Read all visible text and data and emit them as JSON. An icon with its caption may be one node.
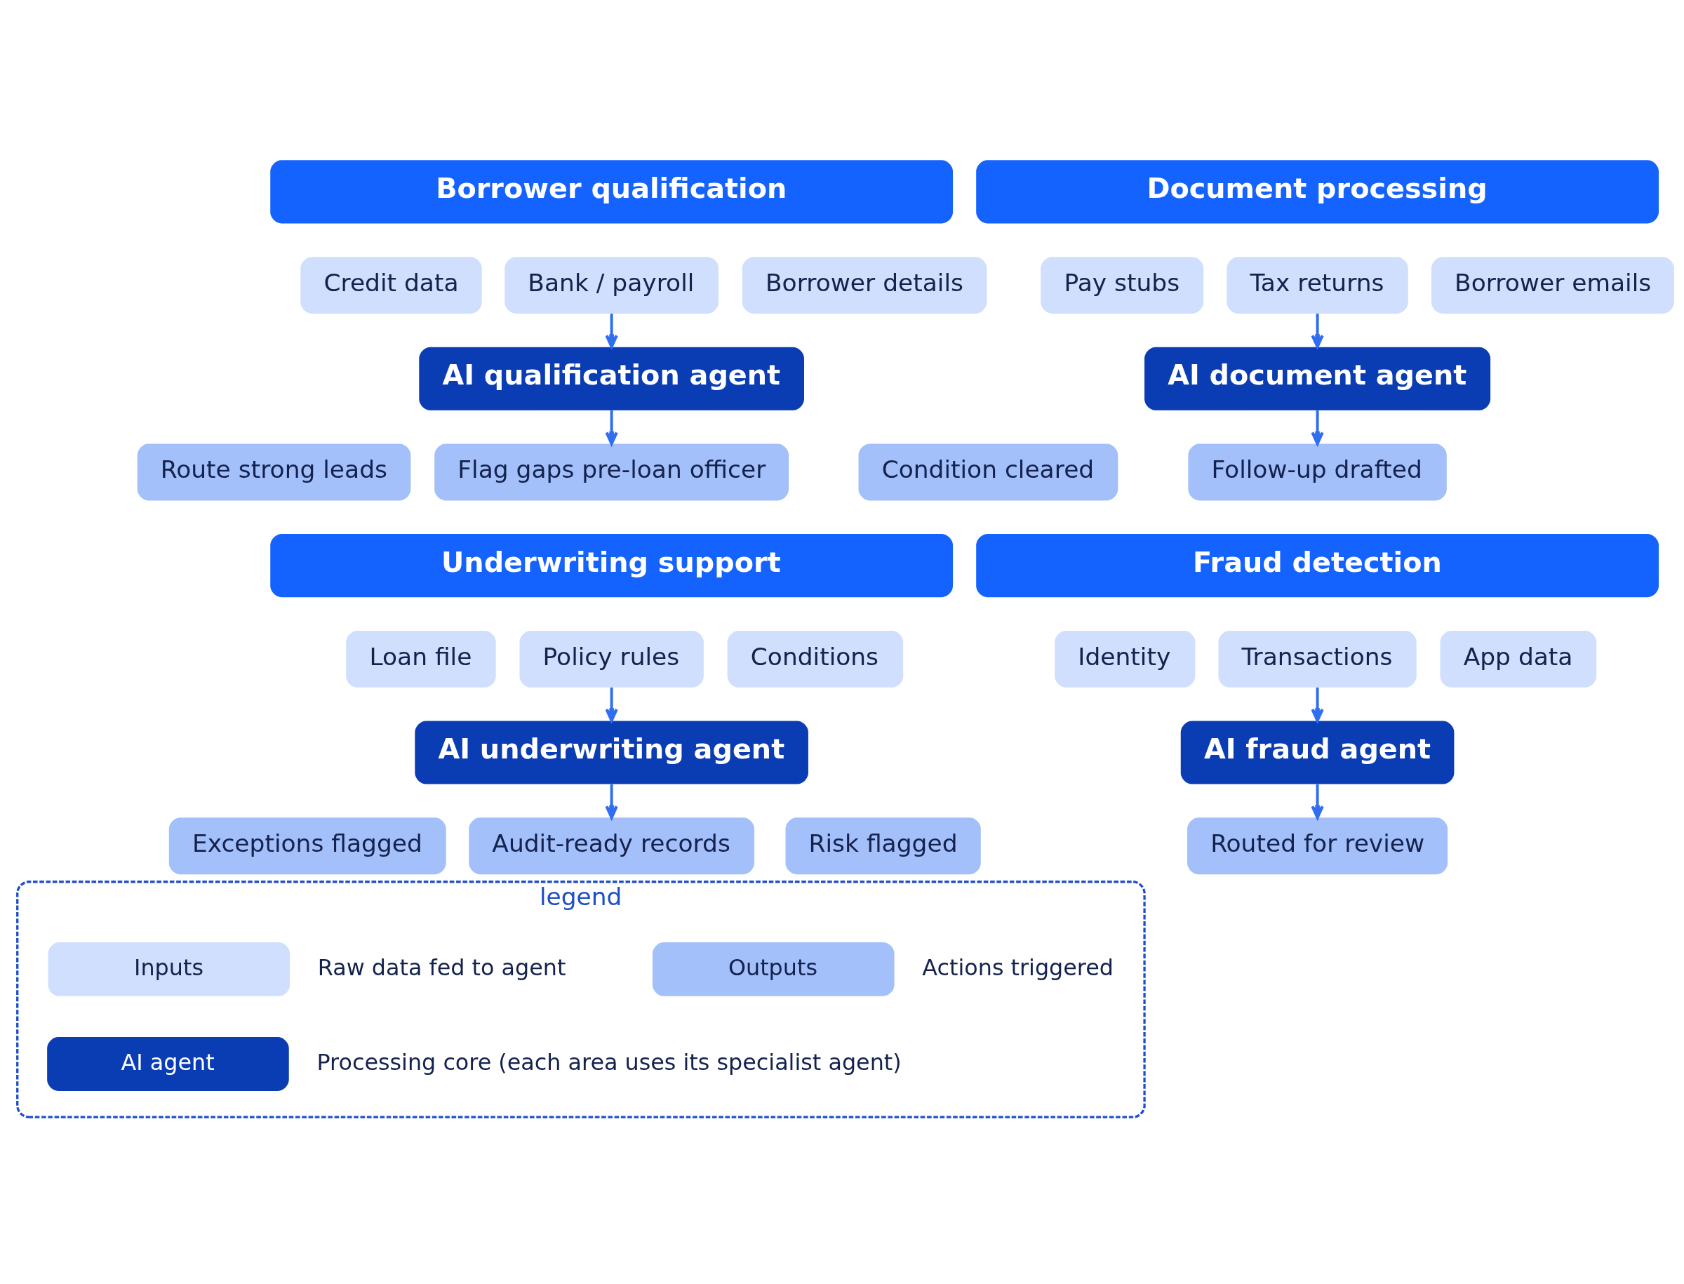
{
  "diagram": {
    "nodes": [
      {
        "text": [
          "Borrower qualification"
        ]
      },
      {
        "text": [
          "Document processing"
        ]
      },
      {
        "text": [
          "Credit data"
        ]
      },
      {
        "text": [
          "Bank / payroll"
        ]
      },
      {
        "text": [
          "Borrower details"
        ]
      },
      {
        "text": [
          "Pay stubs"
        ]
      },
      {
        "text": [
          "Tax returns"
        ]
      },
      {
        "text": [
          "Borrower emails"
        ]
      },
      {
        "text": [
          "AI qualification agent"
        ]
      },
      {
        "text": [
          "AI document agent"
        ]
      },
      {
        "text": [
          "Route strong leads"
        ]
      },
      {
        "text": [
          "Flag gaps pre-loan officer"
        ]
      },
      {
        "text": [
          "Condition cleared"
        ]
      },
      {
        "text": [
          "Follow-up drafted"
        ]
      },
      {
        "text": [
          "Underwriting support"
        ]
      },
      {
        "text": [
          "Fraud detection"
        ]
      },
      {
        "text": [
          "Loan file"
        ]
      },
      {
        "text": [
          "Policy rules"
        ]
      },
      {
        "text": [
          "Conditions"
        ]
      },
      {
        "text": [
          "Identity"
        ]
      },
      {
        "text": [
          "Transactions"
        ]
      },
      {
        "text": [
          "App data"
        ]
      },
      {
        "text": [
          "AI underwriting agent"
        ]
      },
      {
        "text": [
          "AI fraud agent"
        ]
      },
      {
        "text": [
          "Exceptions flagged"
        ]
      },
      {
        "text": [
          "Audit-ready records"
        ]
      },
      {
        "text": [
          "Risk flagged"
        ]
      },
      {
        "text": [
          "Routed for review"
        ]
      },
      {
        "text": [
          "legend"
        ]
      },
      {
        "text": [
          "Inputs"
        ],
        "in": 28,
        "beside": [
          "Raw data fed to agent"
        ]
      },
      {
        "text": [
          "Outputs"
        ],
        "in": 28,
        "beside": [
          "Actions triggered"
        ]
      },
      {
        "text": [
          "AI agent"
        ],
        "in": 28,
        "beside": [
          "Processing core (each area uses its specialist agent)"
        ]
      }
    ],
    "edges": [
      {
        "from": 3,
        "to": 8,
        "arrow": "to"
      },
      {
        "from": 8,
        "to": 11,
        "arrow": "to"
      },
      {
        "from": 6,
        "to": 9,
        "arrow": "to"
      },
      {
        "from": 9,
        "to": 13,
        "arrow": "to"
      },
      {
        "from": 17,
        "to": 22,
        "arrow": "to"
      },
      {
        "from": 22,
        "to": 25,
        "arrow": "to"
      },
      {
        "from": 20,
        "to": 23,
        "arrow": "to"
      },
      {
        "from": 23,
        "to": 27,
        "arrow": "to"
      }
    ]
  }
}
